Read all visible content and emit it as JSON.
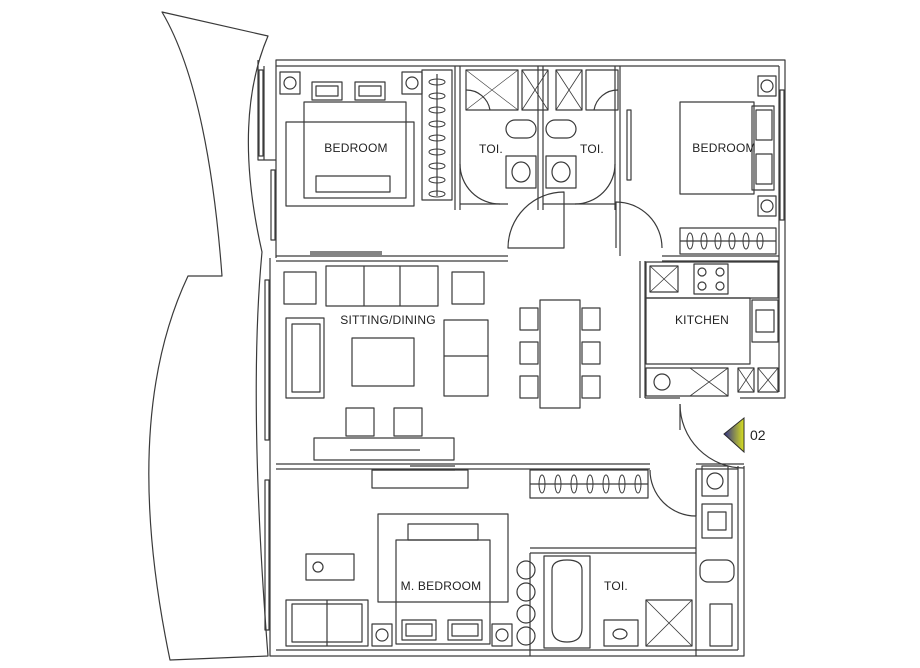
{
  "rooms": {
    "bedroom_1": "BEDROOM",
    "toilet_1": "TOI.",
    "toilet_2": "TOI.",
    "bedroom_2": "BEDROOM",
    "sitting_dining": "SITTING/DINING",
    "kitchen": "KITCHEN",
    "master_bedroom": "M. BEDROOM",
    "toilet_3": "TOI."
  },
  "unit_marker": "02",
  "colors": {
    "line": "#3a3a3a",
    "marker_dark": "#2f2f8a",
    "marker_light": "#d8e020"
  }
}
